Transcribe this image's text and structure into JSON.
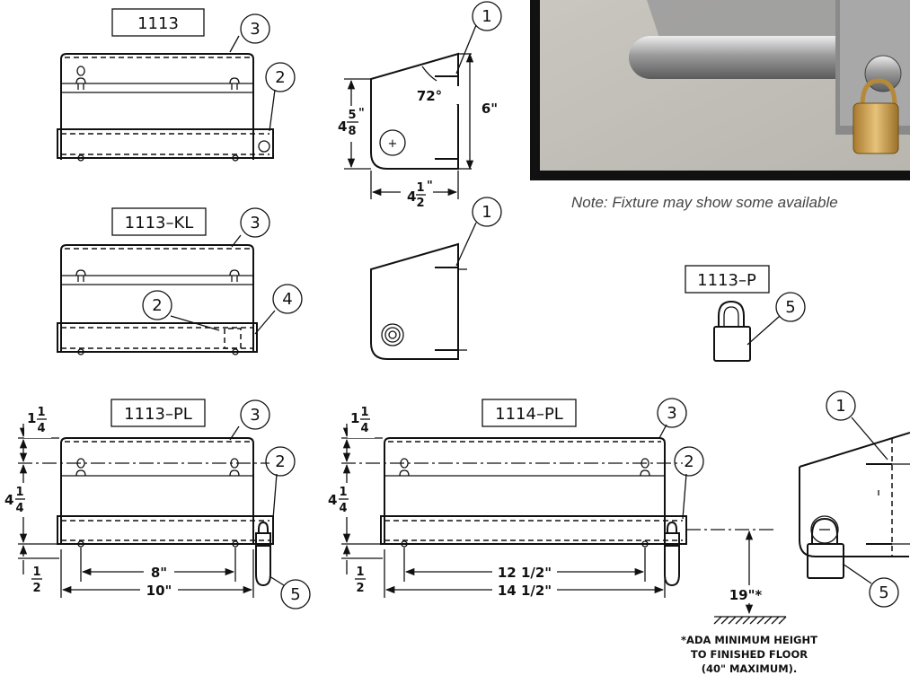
{
  "models": {
    "m1113": "1113",
    "m1113kl": "1113–KL",
    "m1113p": "1113–P",
    "m1113pl": "1113–PL",
    "m1114pl": "1114–PL"
  },
  "callouts": {
    "c1": "1",
    "c2": "2",
    "c3": "3",
    "c4": "4",
    "c5": "5"
  },
  "dims": {
    "angle": "72°",
    "height_6": "6\"",
    "h_whole": "4",
    "h_num": "5",
    "h_den": "8",
    "h_inch": "\"",
    "w_whole": "4",
    "w_num": "1",
    "w_den": "2",
    "w_inch": "\"",
    "top_num": "1",
    "top_den": "4",
    "top_whole": "1",
    "mid_whole": "4",
    "mid_num": "1",
    "mid_den": "4",
    "bot_num": "1",
    "bot_den": "2",
    "len_8": "8\"",
    "len_10": "10\"",
    "len_12_5": "12 1/2\"",
    "len_14_5": "14 1/2\"",
    "floor_19": "19\"*"
  },
  "note": "Note: Fixture may show some available",
  "ada_note": {
    "line1": "*ADA MINIMUM HEIGHT",
    "line2": "TO FINISHED FLOOR",
    "line3": "(40\" MAXIMUM)."
  }
}
